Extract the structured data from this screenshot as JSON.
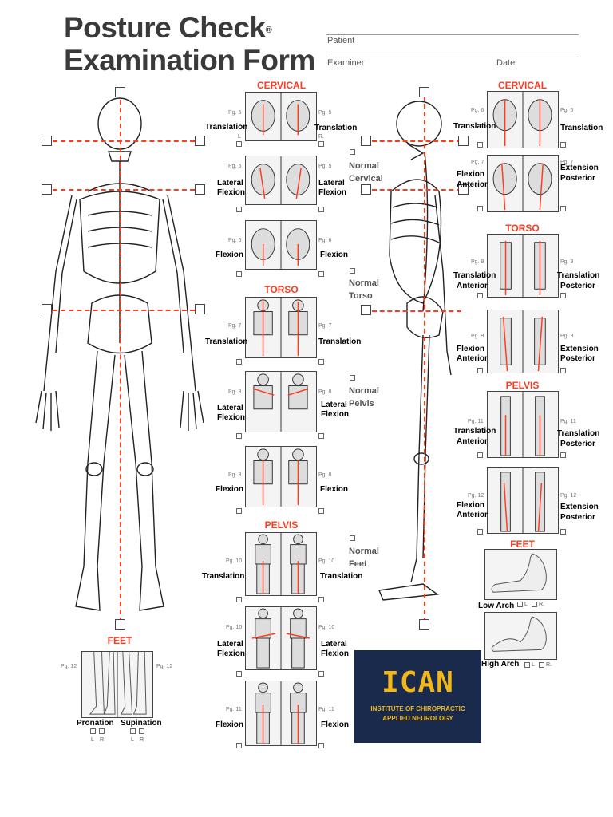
{
  "header": {
    "title_line1": "Posture Check",
    "title_reg": "®",
    "title_line2": "Examination Form",
    "patient_label": "Patient",
    "examiner_label": "Examiner",
    "date_label": "Date"
  },
  "sections": {
    "cervical": "CERVICAL",
    "torso": "TORSO",
    "pelvis": "PELVIS",
    "feet": "FEET"
  },
  "normal": {
    "cervical_1": "Normal",
    "cervical_2": "Cervical",
    "torso_1": "Normal",
    "torso_2": "Torso",
    "pelvis_1": "Normal",
    "pelvis_2": "Pelvis",
    "feet_1": "Normal",
    "feet_2": "Feet"
  },
  "pages": {
    "p5": "Pg. 5",
    "p6": "Pg. 6",
    "p7": "Pg. 7",
    "p8": "Pg. 8",
    "p9": "Pg. 9",
    "p10": "Pg. 10",
    "p11": "Pg. 11",
    "p12": "Pg. 12"
  },
  "lr": {
    "l": "L",
    "r": "R.",
    "l2": "L",
    "r2": "R"
  },
  "labels": {
    "translation": "Translation",
    "lateral": "Lateral",
    "flexion": "Flexion",
    "extension": "Extension",
    "anterior": "Anterior",
    "posterior": "Posterior",
    "low_arch": "Low Arch",
    "high_arch": "High Arch",
    "pronation": "Pronation",
    "supination": "Supination"
  },
  "logo": {
    "name": "ICAN",
    "sub1": "INSTITUTE OF CHIROPRACTIC",
    "sub2": "APPLIED NEUROLOGY"
  },
  "colors": {
    "accent": "#ff3b1f",
    "logo_bg": "#1a2a4d",
    "logo_fg": "#f2b81a"
  }
}
